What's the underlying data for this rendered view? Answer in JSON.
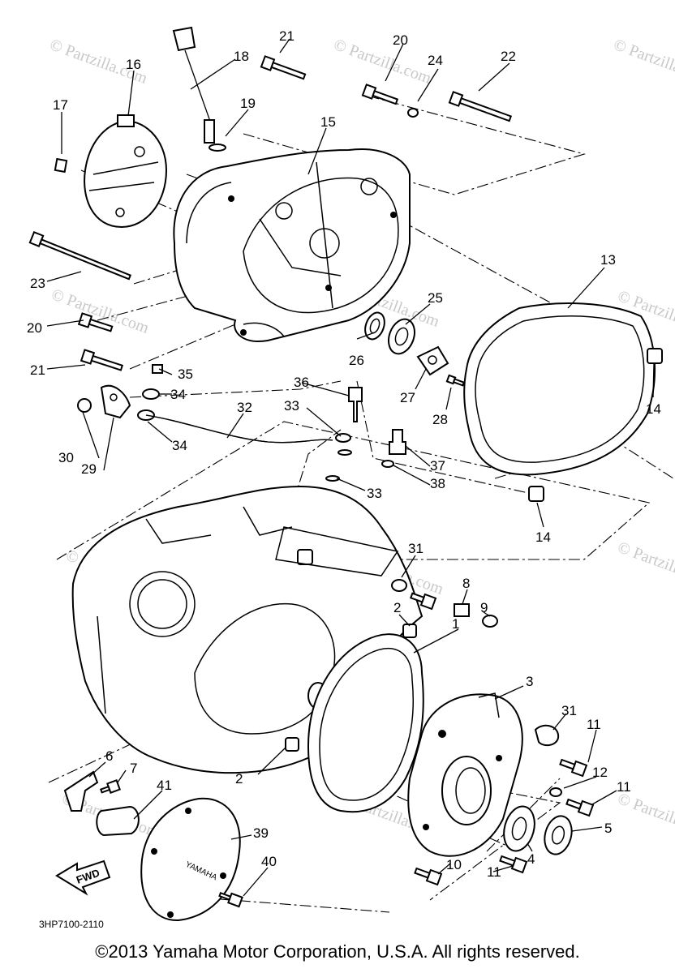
{
  "diagram": {
    "watermark_text": "© Partzilla.com",
    "diagram_code": "3HP7100-2110",
    "fwd_label": "FWD",
    "cover_brand": "YAMAHA",
    "callouts": [
      "1",
      "2",
      "2",
      "3",
      "4",
      "5",
      "6",
      "7",
      "8",
      "9",
      "10",
      "11",
      "11",
      "11",
      "12",
      "13",
      "14",
      "14",
      "15",
      "16",
      "17",
      "18",
      "19",
      "20",
      "20",
      "21",
      "21",
      "22",
      "23",
      "24",
      "25",
      "26",
      "27",
      "28",
      "29",
      "30",
      "31",
      "31",
      "32",
      "33",
      "33",
      "34",
      "34",
      "35",
      "36",
      "37",
      "38",
      "39",
      "40",
      "41"
    ]
  },
  "footer": {
    "copyright": "©2013  Yamaha Motor Corporation, U.S.A. All rights reserved."
  }
}
